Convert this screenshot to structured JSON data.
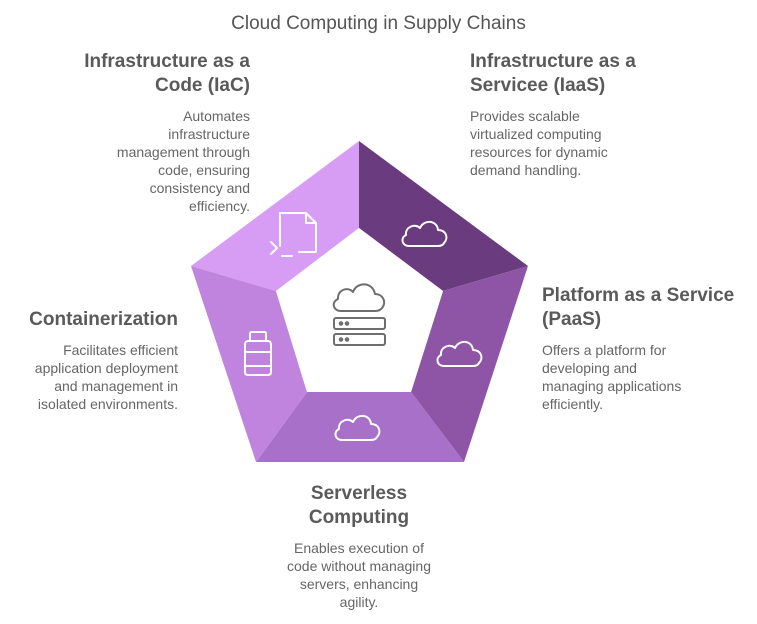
{
  "title": "Cloud Computing in Supply Chains",
  "segments": [
    {
      "heading": "Infrastructure as a Code (IaC)",
      "heading_lines": [
        "Infrastructure as a",
        "Code (IaC)"
      ],
      "description_lines": [
        "Automates",
        "infrastructure",
        "management through",
        "code, ensuring",
        "consistency and",
        "efficiency."
      ],
      "icon": "terminal-file-icon",
      "color": "#d79cf3"
    },
    {
      "heading": "Infrastructure as a Servicee (IaaS)",
      "heading_lines": [
        "Infrastructure as a",
        "Servicee (IaaS)"
      ],
      "description_lines": [
        "Provides scalable",
        "virtualized computing",
        "resources for dynamic",
        "demand handling."
      ],
      "icon": "cloud-icon",
      "color": "#6b3b80"
    },
    {
      "heading": "Platform as a Service (PaaS)",
      "heading_lines": [
        "Platform as a Service",
        "(PaaS)"
      ],
      "description_lines": [
        "Offers a platform for",
        "developing and",
        "managing applications",
        "efficiently."
      ],
      "icon": "cloud-icon",
      "color": "#8e55a6"
    },
    {
      "heading": "Serverless Computing",
      "heading_lines": [
        "Serverless",
        "Computing"
      ],
      "description_lines": [
        "Enables execution of",
        "code without managing",
        "servers, enhancing",
        "agility."
      ],
      "icon": "cloud-icon",
      "color": "#a870c8"
    },
    {
      "heading": "Containerization",
      "heading_lines": [
        "Containerization"
      ],
      "description_lines": [
        "Facilitates efficient",
        "application deployment",
        "and management in",
        "isolated environments."
      ],
      "icon": "container-jar-icon",
      "color": "#c084de"
    }
  ],
  "center_icon": "cloud-server-icon"
}
